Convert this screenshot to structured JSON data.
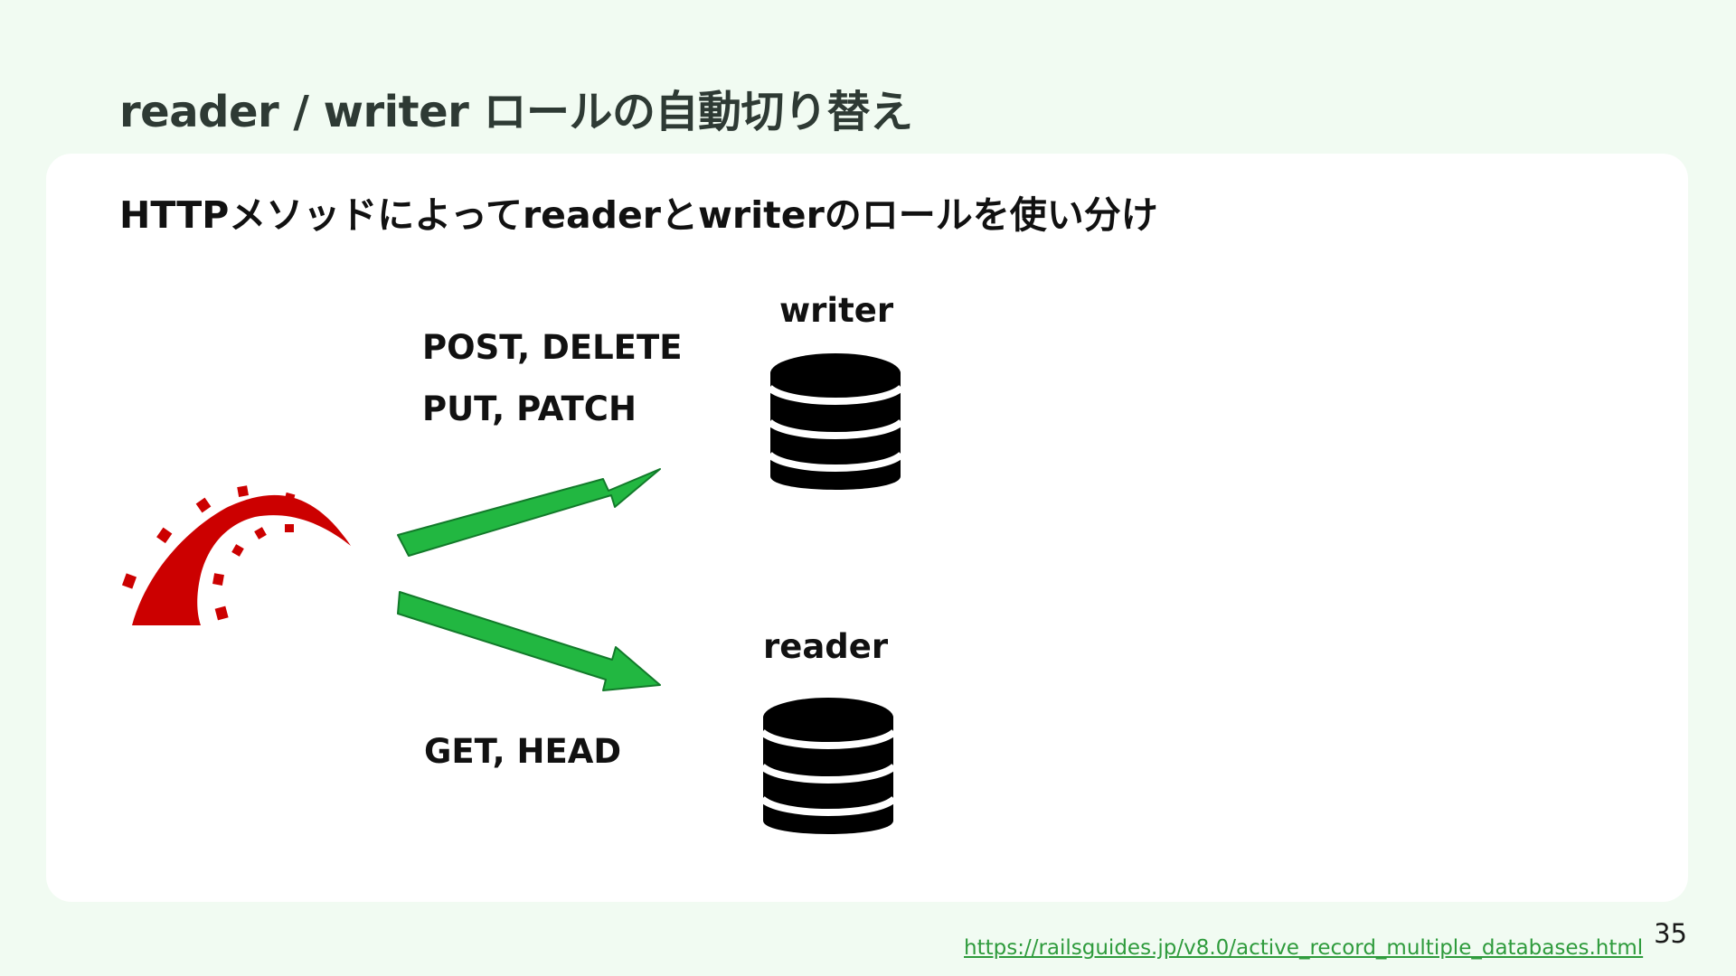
{
  "slide": {
    "title": "reader / writer ロールの自動切り替え",
    "subtitle": "HTTPメソッドによってreaderとwriterのロールを使い分け",
    "page_number": "35",
    "source_link": "https://railsguides.jp/v8.0/active_record_multiple_databases.html"
  },
  "diagram": {
    "source_icon": "rails-logo-icon",
    "write_methods": [
      "POST, DELETE",
      "PUT, PATCH"
    ],
    "read_methods": [
      "GET, HEAD"
    ],
    "writer_label": "writer",
    "reader_label": "reader",
    "database_icon": "database-icon",
    "arrow_color": "#22b741",
    "arrow_stroke": "#127a2a",
    "logo_color": "#cc0000",
    "database_color": "#000000"
  },
  "theme": {
    "background": "#f1fbf2",
    "card": "#ffffff",
    "link_color": "#2e9b3c"
  }
}
